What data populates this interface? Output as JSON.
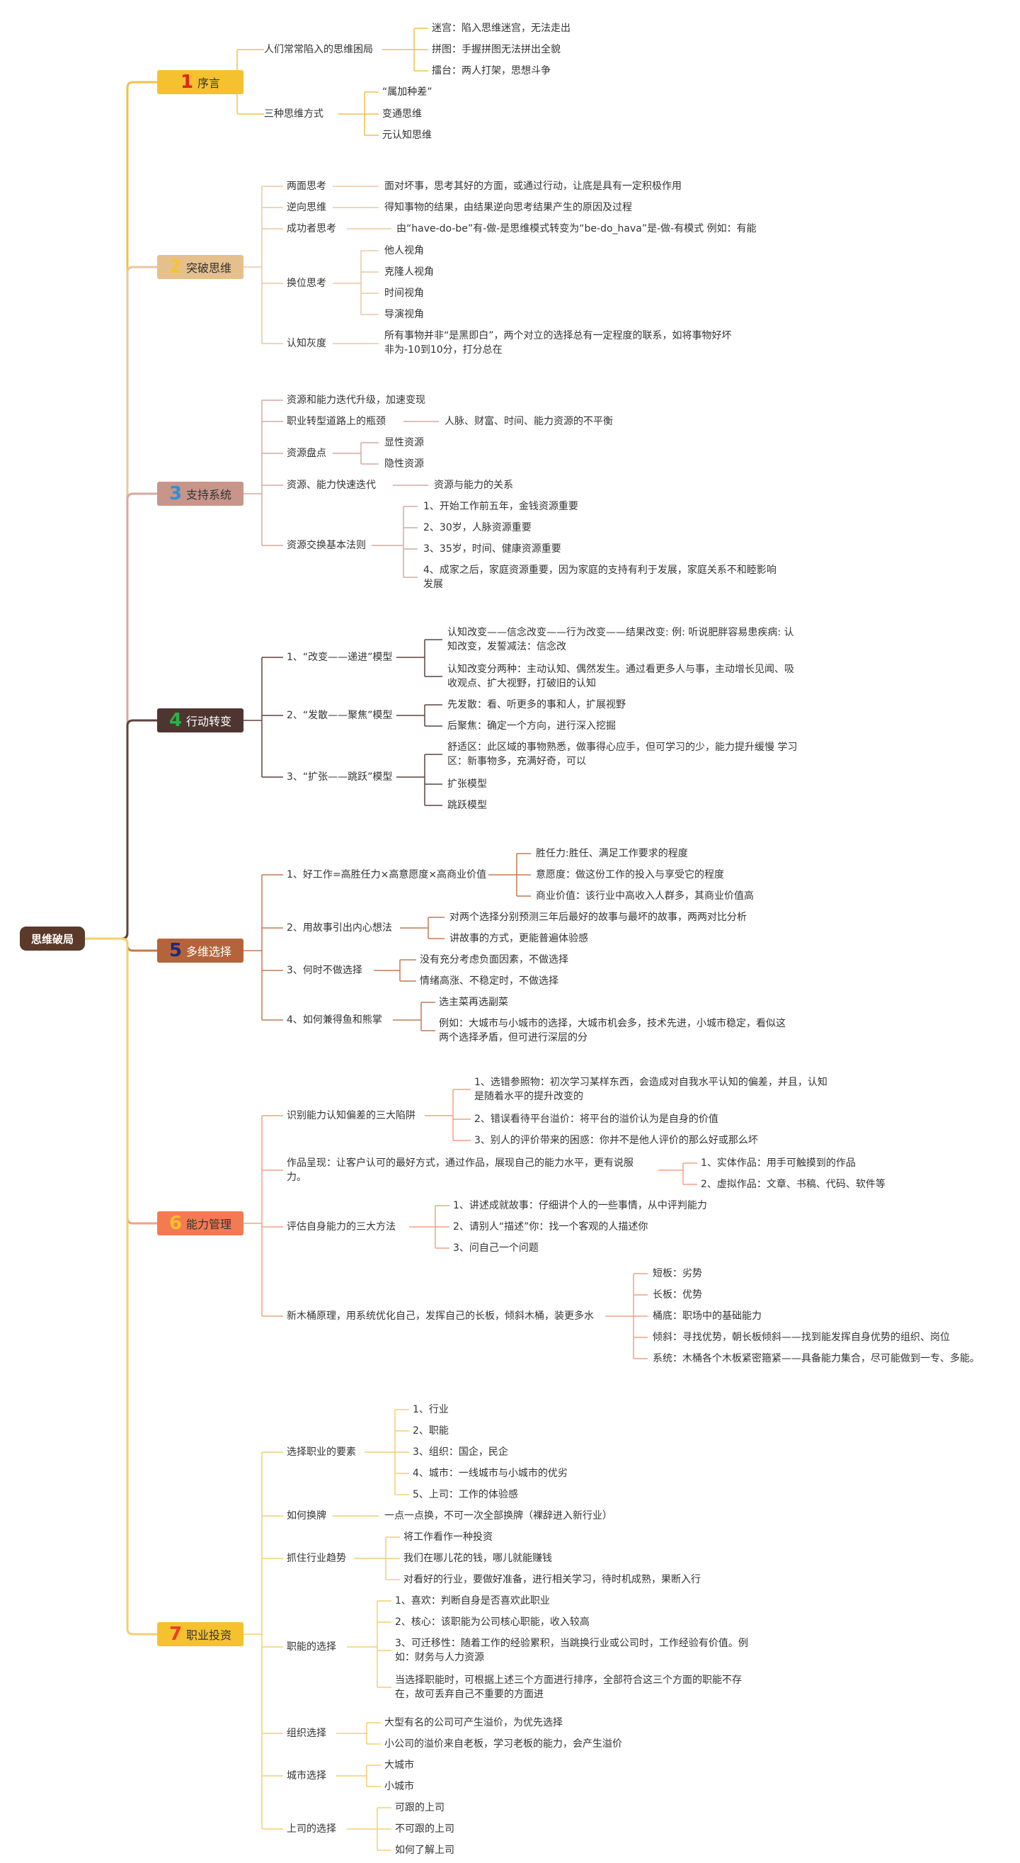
{
  "root": {
    "label": "思维破局"
  },
  "sections": [
    {
      "num": "1",
      "label": "序言",
      "bg": "#f5c12e",
      "num_color": "#e0261b",
      "label_color": "#333333",
      "line": "#f2c14a"
    },
    {
      "num": "2",
      "label": "突破思维",
      "bg": "#e6c08c",
      "num_color": "#f4c531",
      "label_color": "#333333",
      "line": "#e9c9a0"
    },
    {
      "num": "3",
      "label": "支持系统",
      "bg": "#c7958a",
      "num_color": "#2e8fd6",
      "label_color": "#333333",
      "line": "#d3aaa1"
    },
    {
      "num": "4",
      "label": "行动转变",
      "bg": "#4e3530",
      "num_color": "#2bb34a",
      "label_color": "#ffffff",
      "line": "#5b433c"
    },
    {
      "num": "5",
      "label": "多维选择",
      "bg": "#b4643a",
      "num_color": "#1f2a7a",
      "label_color": "#ffffff",
      "line": "#c07b55"
    },
    {
      "num": "6",
      "label": "能力管理",
      "bg": "#f47a52",
      "num_color": "#f5c12e",
      "label_color": "#333333",
      "line": "#f4a083"
    },
    {
      "num": "7",
      "label": "职业投资",
      "bg": "#f5c12e",
      "num_color": "#ec3d2b",
      "label_color": "#333333",
      "line": "#f3cf6e"
    }
  ],
  "nodes": {
    "s1": {
      "b1": "人们常常陷入的思维困局",
      "b1_items": [
        "迷宫：陷入思维迷宫，无法走出",
        "拼图：手握拼图无法拼出全貌",
        "擂台：两人打架，思想斗争"
      ],
      "b2": "三种思维方式",
      "b2_items": [
        "“属加种差”",
        "变通思维",
        "元认知思维"
      ]
    },
    "s2": {
      "b1": "两面思考",
      "b1_desc": "面对坏事，思考其好的方面，或通过行动，让底是具有一定积极作用",
      "b2": "逆向思维",
      "b2_desc": "得知事物的结果，由结果逆向思考结果产生的原因及过程",
      "b3": "成功者思考",
      "b3_desc": "由“have-do-be”有-做-是思维模式转变为“be-do_hava”是-做-有模式 例如：有能",
      "b4": "换位思考",
      "b4_items": [
        "他人视角",
        "克隆人视角",
        "时间视角",
        "导演视角"
      ],
      "b5": "认知灰度",
      "b5_desc": [
        "所有事物并非“是黑即白”，两个对立的选择总有一定程度的联系，如将事物好坏",
        "非为-10到10分，打分总在"
      ]
    },
    "s3": {
      "b1": "资源和能力迭代升级，加速变现",
      "b2": "职业转型道路上的瓶颈",
      "b2_desc": "人脉、财富、时间、能力资源的不平衡",
      "b3": "资源盘点",
      "b3_items": [
        "显性资源",
        "隐性资源"
      ],
      "b4": "资源、能力快速迭代",
      "b4_desc": "资源与能力的关系",
      "b5": "资源交换基本法则",
      "b5_items": [
        "1、开始工作前五年，金钱资源重要",
        "2、30岁，人脉资源重要",
        "3、35岁，时间、健康资源重要"
      ],
      "b5_item4": [
        "4、成家之后，家庭资源重要，因为家庭的支持有利于发展，家庭关系不和睦影响",
        "发展"
      ]
    },
    "s4": {
      "b1": "1、“改变——递进”模型",
      "b1_i1": [
        "认知改变——信念改变——行为改变——结果改变: 例: 听说肥胖容易患疾病: 认",
        "知改变，发誓减法：信念改"
      ],
      "b1_i2": [
        "认知改变分两种：主动认知、偶然发生。通过看更多人与事，主动增长见闻、吸",
        "收观点、扩大视野，打破旧的认知"
      ],
      "b2": "2、“发散——聚焦”模型",
      "b2_items": [
        "先发散：看、听更多的事和人，扩展视野",
        "后聚焦：确定一个方向，进行深入挖掘"
      ],
      "b3": "3、“扩张——跳跃”模型",
      "b3_i1": [
        "舒适区：此区域的事物熟悉，做事得心应手，但可学习的少，能力提升缓慢 学习",
        "区：新事物多，充满好奇，可以"
      ],
      "b3_items": [
        "扩张模型",
        "跳跃模型"
      ]
    },
    "s5": {
      "b1": "1、好工作=高胜任力×高意愿度×高商业价值",
      "b1_items": [
        "胜任力:胜任、满足工作要求的程度",
        "意愿度：做这份工作的投入与享受它的程度",
        "商业价值：该行业中高收入人群多，其商业价值高"
      ],
      "b2": "2、用故事引出内心想法",
      "b2_items": [
        "对两个选择分别预测三年后最好的故事与最坏的故事，两两对比分析",
        "讲故事的方式，更能普遍体验感"
      ],
      "b3": "3、何时不做选择",
      "b3_items": [
        "没有充分考虑负面因素，不做选择",
        "情绪高涨、不稳定时，不做选择"
      ],
      "b4": "4、如何兼得鱼和熊掌",
      "b4_i1": "选主菜再选副菜",
      "b4_i2": [
        "例如：大城市与小城市的选择，大城市机会多，技术先进，小城市稳定，看似这",
        "两个选择矛盾，但可进行深层的分"
      ]
    },
    "s6": {
      "b1": "识别能力认知偏差的三大陷阱",
      "b1_i1": [
        "1、选错参照物：初次学习某样东西，会造成对自我水平认知的偏差，并且，认知",
        "是随着水平的提升改变的"
      ],
      "b1_items": [
        "2、错误看待平台溢价：将平台的溢价认为是自身的价值",
        "3、别人的评价带来的困惑：你并不是他人评价的那么好或那么坏"
      ],
      "b2": [
        "作品呈现：让客户认可的最好方式，通过作品，展现自己的能力水平，更有说服",
        "力。"
      ],
      "b2_items": [
        "1、实体作品：用手可触摸到的作品",
        "2、虚拟作品：文章、书稿、代码、软件等"
      ],
      "b3": "评估自身能力的三大方法",
      "b3_items": [
        "1、讲述成就故事：仔细讲个人的一些事情，从中评判能力",
        "2、请别人“描述”你：找一个客观的人描述你",
        "3、问自己一个问题"
      ],
      "b4": "新木桶原理，用系统优化自己，发挥自己的长板，倾斜木桶，装更多水",
      "b4_items": [
        "短板：劣势",
        "长板：优势",
        "桶底：职场中的基础能力",
        "倾斜：寻找优势，朝长板倾斜——找到能发挥自身优势的组织、岗位",
        "系统：木桶各个木板紧密箍紧——具备能力集合，尽可能做到一专、多能。"
      ]
    },
    "s7": {
      "b1": "选择职业的要素",
      "b1_items": [
        "1、行业",
        "2、职能",
        "3、组织：国企，民企",
        "4、城市：一线城市与小城市的优劣",
        "5、上司：工作的体验感"
      ],
      "b2": "如何换牌",
      "b2_desc": "一点一点换，不可一次全部换牌（裸辞进入新行业）",
      "b3": "抓住行业趋势",
      "b3_items": [
        "将工作看作一种投资",
        "我们在哪儿花的钱，哪儿就能赚钱",
        "对看好的行业，要做好准备，进行相关学习，待时机成熟，果断入行"
      ],
      "b4": "职能的选择",
      "b4_items": [
        "1、喜欢：判断自身是否喜欢此职业",
        "2、核心：该职能为公司核心职能，收入较高"
      ],
      "b4_i3": [
        "3、可迁移性：随着工作的经验累积，当跳换行业或公司时，工作经验有价值。例",
        "如：财务与人力资源"
      ],
      "b4_i4": [
        "当选择职能时，可根据上述三个方面进行排序，全部符合这三个方面的职能不存",
        "在，故可丢弃自己不重要的方面进"
      ],
      "b5": "组织选择",
      "b5_items": [
        "大型有名的公司可产生溢价，为优先选择",
        "小公司的溢价来自老板，学习老板的能力，会产生溢价"
      ],
      "b6": "城市选择",
      "b6_items": [
        "大城市",
        "小城市"
      ],
      "b7": "上司的选择",
      "b7_items": [
        "可跟的上司",
        "不可跟的上司",
        "如何了解上司"
      ]
    }
  }
}
